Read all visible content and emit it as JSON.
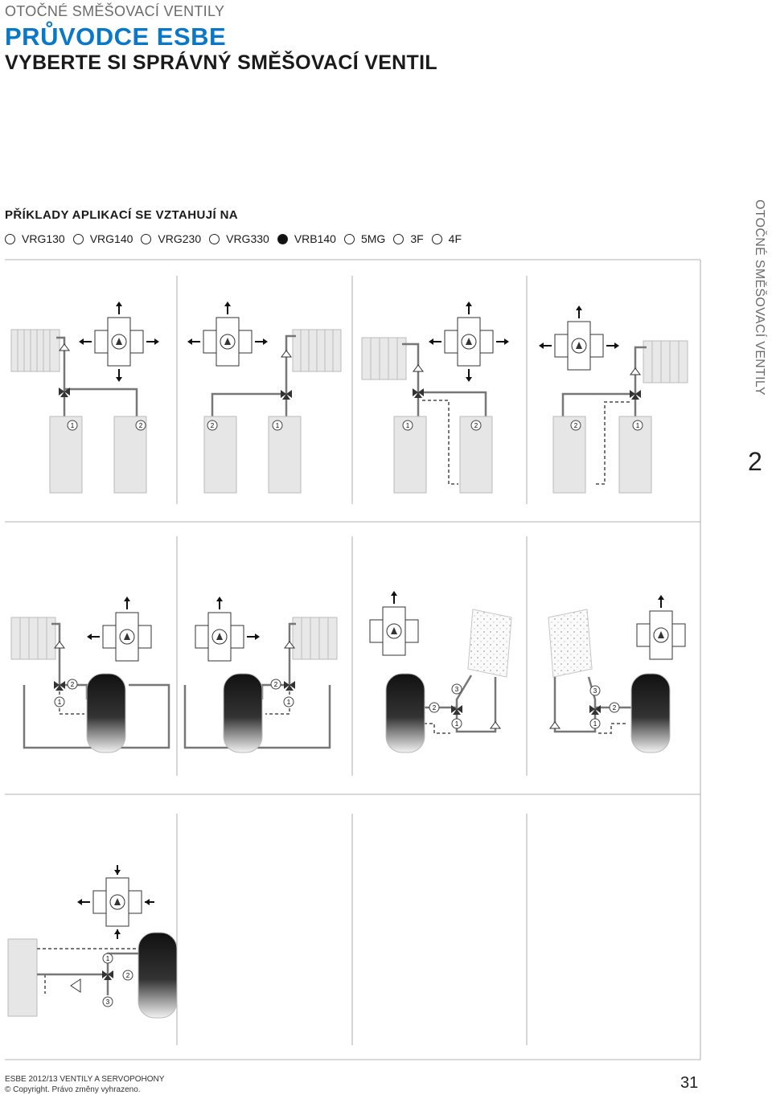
{
  "header": {
    "kicker": "OTOČNÉ SMĚŠOVACÍ VENTILY",
    "title": "PRŮVODCE ESBE",
    "subtitle": "VYBERTE SI SPRÁVNÝ SMĚŠOVACÍ VENTIL"
  },
  "applications": {
    "heading": "PŘÍKLADY APLIKACÍ SE VZTAHUJÍ NA",
    "valves": [
      {
        "label": "VRG130",
        "selected": false
      },
      {
        "label": "VRG140",
        "selected": false
      },
      {
        "label": "VRG230",
        "selected": false
      },
      {
        "label": "VRG330",
        "selected": false
      },
      {
        "label": "VRB140",
        "selected": true
      },
      {
        "label": "5MG",
        "selected": false
      },
      {
        "label": "3F",
        "selected": false
      },
      {
        "label": "4F",
        "selected": false
      }
    ]
  },
  "sidebar": {
    "vertical_label": "OTOČNÉ SMĚŠOVACÍ VENTILY",
    "chapter": "2"
  },
  "diagram_labels": {
    "one": "1",
    "two": "2",
    "three": "3"
  },
  "footer": {
    "line1": "ESBE 2012/13 VENTILY A SERVOPOHONY",
    "line2": "© Copyright. Právo změny vyhrazeno.",
    "page": "31"
  },
  "colors": {
    "accent": "#0a78c8",
    "grid": "#9a9a9a",
    "pipe": "#777777"
  }
}
